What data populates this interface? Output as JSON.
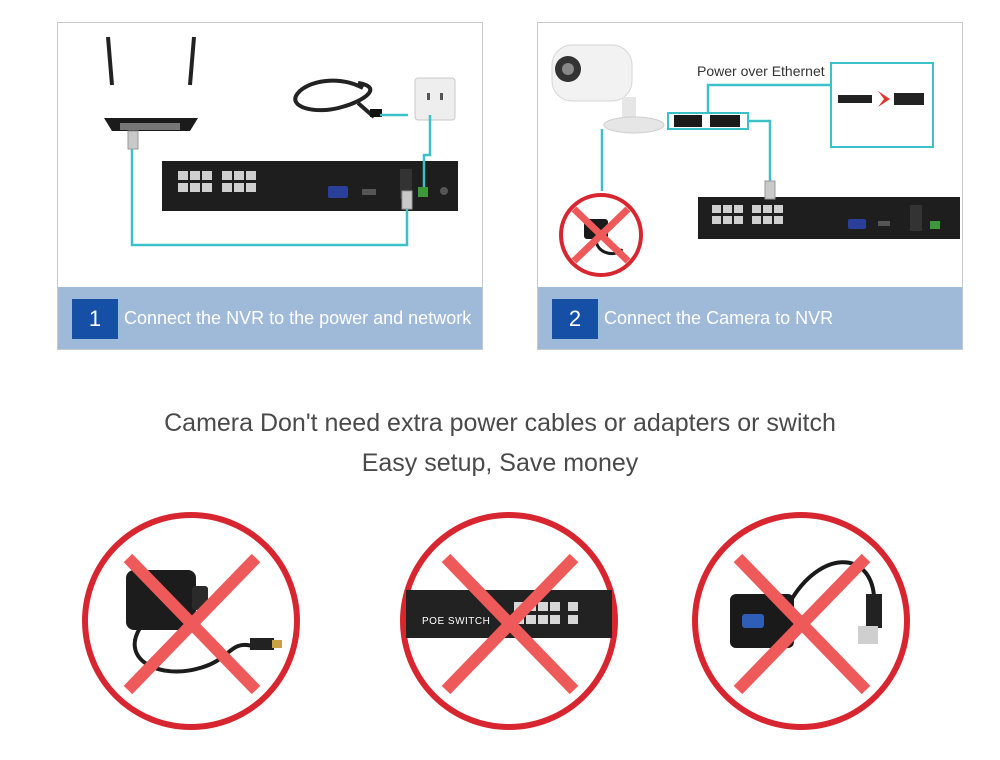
{
  "step1": {
    "number": "1",
    "text": "Connect the NVR to the power and network"
  },
  "step2": {
    "number": "2",
    "text": "Connect the Camera to NVR",
    "poe_label": "Power over Ethernet"
  },
  "headline": {
    "line1": "Camera Don't need extra power cables or adapters or switch",
    "line2": "Easy setup, Save money"
  },
  "not_needed": {
    "power_adapter_icon": "power-adapter-icon",
    "poe_switch_label": "POE SWITCH",
    "converter_icon": "hdmi-vga-adapter-icon"
  },
  "colors": {
    "cable": "#3cc1c8",
    "caption_bar": "#9fb9d8",
    "step_badge": "#154fa6",
    "cross_circle": "#d7262f",
    "cross_x": "#ee5a5a"
  }
}
